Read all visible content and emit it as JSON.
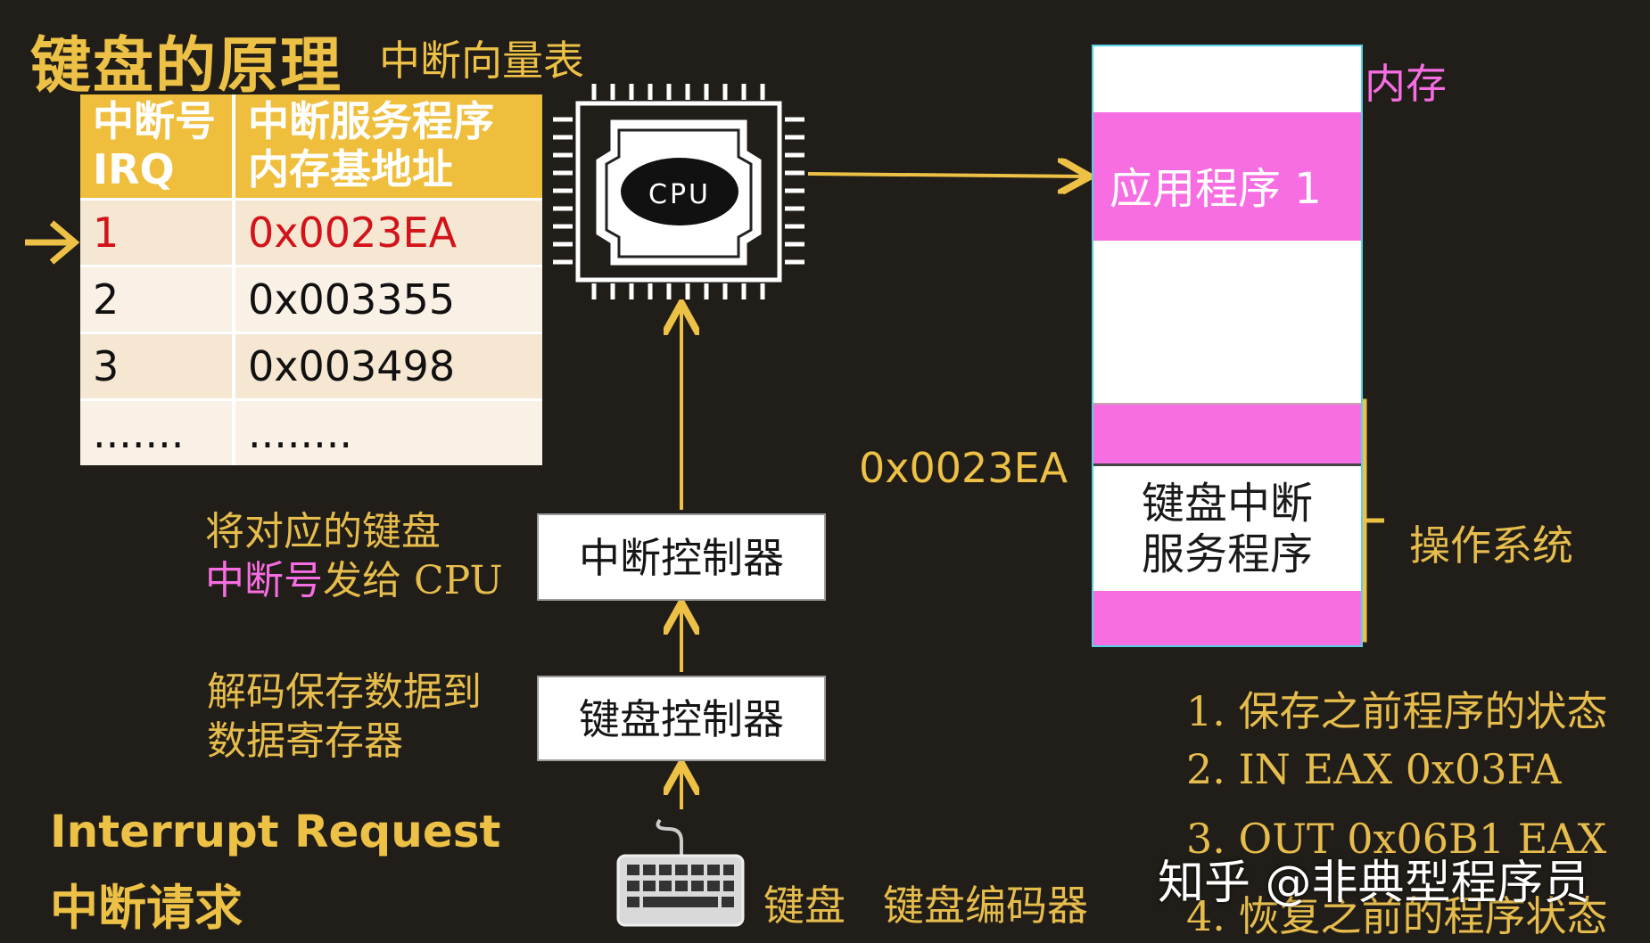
{
  "title": "键盘的原理",
  "subtitle": "中断向量表",
  "vector_table": {
    "headers": [
      "中断号\nIRQ",
      "中断服务程序\n内存基地址"
    ],
    "rows": [
      {
        "irq": "1",
        "address": "0x0023EA"
      },
      {
        "irq": "2",
        "address": "0x003355"
      },
      {
        "irq": "3",
        "address": "0x003498"
      },
      {
        "irq": ".......",
        "address": "........"
      }
    ]
  },
  "cpu": {
    "label": "CPU"
  },
  "memory": {
    "label": "内存",
    "app": "应用程序 1",
    "isr": "键盘中断\n服务程序",
    "os_label": "操作系统"
  },
  "address_label": "0x0023EA",
  "interrupt_controller": "中断控制器",
  "keyboard_controller": "键盘控制器",
  "send_irq_text": {
    "line1": "将对应的键盘",
    "highlight": "中断号",
    "rest": "发给 CPU"
  },
  "decode_text": {
    "line1": "解码保存数据到",
    "line2": "数据寄存器"
  },
  "interrupt_request": {
    "en": "Interrupt Request",
    "cn": "中断请求"
  },
  "keyboard_label": "键盘",
  "encoder_label": "键盘编码器",
  "steps": [
    "1. 保存之前程序的状态",
    "2. IN EAX 0x03FA",
    "3. OUT 0x06B1 EAX",
    "4. 恢复之前的程序状态"
  ],
  "watermark": "知乎 @非典型程序员",
  "colors": {
    "background": "#211d18",
    "gold": "#ecc146",
    "pink": "#f76de2",
    "highlight_red": "#d2141a",
    "table_header": "#efbe3c"
  },
  "icons": [
    "cpu-chip-icon",
    "keyboard-icon",
    "right-arrow-icon"
  ]
}
